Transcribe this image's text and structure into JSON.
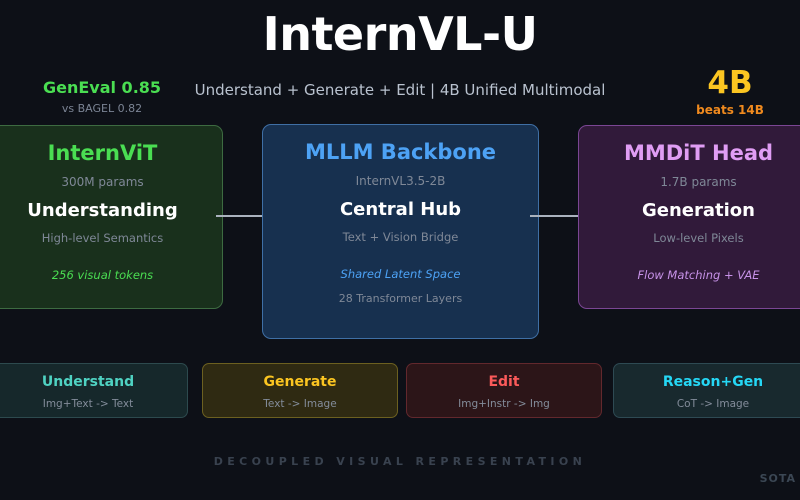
{
  "header": {
    "title": "InternVL-U",
    "subtitle": "Understand + Generate + Edit  |  4B Unified Multimodal",
    "left_metric": {
      "value": "GenEval 0.85",
      "comparison": "vs BAGEL 0.82",
      "color": "#4ade52"
    },
    "right_metric": {
      "value": "4B",
      "comparison": "beats 14B",
      "color": "#fbc521"
    }
  },
  "pipeline": {
    "stages": [
      {
        "name": "InternViT",
        "params": "300M params",
        "role": "Understanding",
        "detail": "High-level Semantics",
        "note": "256 visual tokens",
        "note2": "",
        "accent": "#4ade52"
      },
      {
        "name": "MLLM Backbone",
        "params": "InternVL3.5-2B",
        "role": "Central Hub",
        "detail": "Text + Vision Bridge",
        "note": "Shared Latent Space",
        "note2": "28 Transformer Layers",
        "accent": "#4da2f5"
      },
      {
        "name": "MMDiT Head",
        "params": "1.7B params",
        "role": "Generation",
        "detail": "Low-level Pixels",
        "note": "Flow Matching + VAE",
        "note2": "",
        "accent": "#e09df4"
      }
    ],
    "connectors": [
      {
        "label": "arrow-encoder-to-backbone"
      },
      {
        "label": "arrow-backbone-to-decoder"
      }
    ]
  },
  "capabilities": [
    {
      "title": "Understand",
      "flow": "Img+Text -> Text",
      "accent": "#4fd2c2"
    },
    {
      "title": "Generate",
      "flow": "Text -> Image",
      "accent": "#fbc521"
    },
    {
      "title": "Edit",
      "flow": "Img+Instr -> Img",
      "accent": "#fb5a5a"
    },
    {
      "title": "Reason+Gen",
      "flow": "CoT -> Image",
      "accent": "#25d7f5"
    }
  ],
  "footer": {
    "tagline": "DECOUPLED VISUAL REPRESENTATION",
    "corner": "SOTA"
  }
}
